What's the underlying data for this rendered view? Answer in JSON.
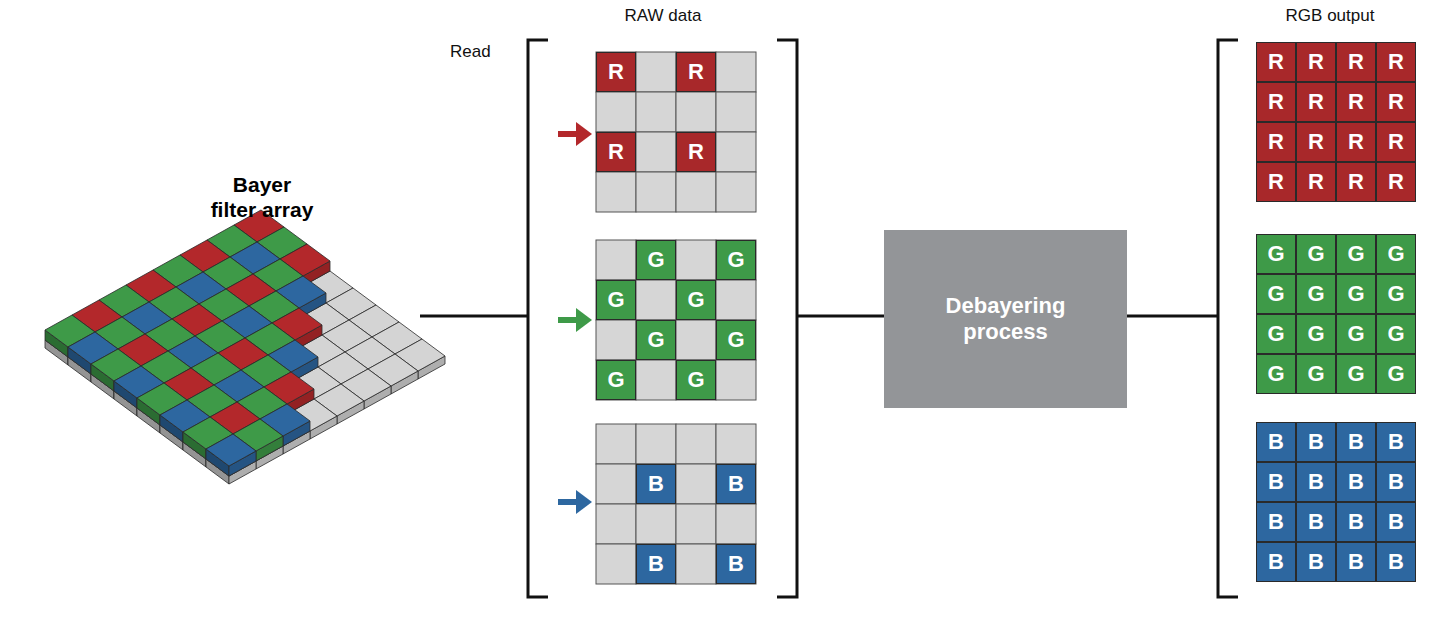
{
  "diagram": {
    "nodes": [
      {
        "text": [
          "Bayer filter array"
        ]
      },
      {
        "text": [
          "RAW data"
        ]
      },
      {
        "text": [
          "R"
        ],
        "in": 1
      },
      {
        "text": [
          "R"
        ],
        "in": 1
      },
      {
        "text": [
          "R"
        ],
        "in": 1
      },
      {
        "text": [
          "R"
        ],
        "in": 1
      },
      {
        "text": [
          "G"
        ],
        "in": 1
      },
      {
        "text": [
          "G"
        ],
        "in": 1
      },
      {
        "text": [
          "G"
        ],
        "in": 1
      },
      {
        "text": [
          "G"
        ],
        "in": 1
      },
      {
        "text": [
          "G"
        ],
        "in": 1
      },
      {
        "text": [
          "G"
        ],
        "in": 1
      },
      {
        "text": [
          "G"
        ],
        "in": 1
      },
      {
        "text": [
          "G"
        ],
        "in": 1
      },
      {
        "text": [
          "B"
        ],
        "in": 1
      },
      {
        "text": [
          "B"
        ],
        "in": 1
      },
      {
        "text": [
          "B"
        ],
        "in": 1
      },
      {
        "text": [
          "B"
        ],
        "in": 1
      },
      {
        "text": [
          "Debayering process"
        ]
      },
      {
        "text": [
          "RGB output"
        ]
      },
      {
        "text": [
          "R"
        ],
        "in": 19
      },
      {
        "text": [
          "R"
        ],
        "in": 19
      },
      {
        "text": [
          "R"
        ],
        "in": 19
      },
      {
        "text": [
          "R"
        ],
        "in": 19
      },
      {
        "text": [
          "R"
        ],
        "in": 19
      },
      {
        "text": [
          "R"
        ],
        "in": 19
      },
      {
        "text": [
          "R"
        ],
        "in": 19
      },
      {
        "text": [
          "R"
        ],
        "in": 19
      },
      {
        "text": [
          "R"
        ],
        "in": 19
      },
      {
        "text": [
          "R"
        ],
        "in": 19
      },
      {
        "text": [
          "R"
        ],
        "in": 19
      },
      {
        "text": [
          "R"
        ],
        "in": 19
      },
      {
        "text": [
          "R"
        ],
        "in": 19
      },
      {
        "text": [
          "R"
        ],
        "in": 19
      },
      {
        "text": [
          "R"
        ],
        "in": 19
      },
      {
        "text": [
          "R"
        ],
        "in": 19
      },
      {
        "text": [
          "G"
        ],
        "in": 19
      },
      {
        "text": [
          "G"
        ],
        "in": 19
      },
      {
        "text": [
          "G"
        ],
        "in": 19
      },
      {
        "text": [
          "G"
        ],
        "in": 19
      },
      {
        "text": [
          "G"
        ],
        "in": 19
      },
      {
        "text": [
          "G"
        ],
        "in": 19
      },
      {
        "text": [
          "G"
        ],
        "in": 19
      },
      {
        "text": [
          "G"
        ],
        "in": 19
      },
      {
        "text": [
          "G"
        ],
        "in": 19
      },
      {
        "text": [
          "G"
        ],
        "in": 19
      },
      {
        "text": [
          "G"
        ],
        "in": 19
      },
      {
        "text": [
          "G"
        ],
        "in": 19
      },
      {
        "text": [
          "G"
        ],
        "in": 19
      },
      {
        "text": [
          "G"
        ],
        "in": 19
      },
      {
        "text": [
          "G"
        ],
        "in": 19
      },
      {
        "text": [
          "G"
        ],
        "in": 19
      },
      {
        "text": [
          "B"
        ],
        "in": 19
      },
      {
        "text": [
          "B"
        ],
        "in": 19
      },
      {
        "text": [
          "B"
        ],
        "in": 19
      },
      {
        "text": [
          "B"
        ],
        "in": 19
      },
      {
        "text": [
          "B"
        ],
        "in": 19
      },
      {
        "text": [
          "B"
        ],
        "in": 19
      },
      {
        "text": [
          "B"
        ],
        "in": 19
      },
      {
        "text": [
          "B"
        ],
        "in": 19
      },
      {
        "text": [
          "B"
        ],
        "in": 19
      },
      {
        "text": [
          "B"
        ],
        "in": 19
      },
      {
        "text": [
          "B"
        ],
        "in": 19
      },
      {
        "text": [
          "B"
        ],
        "in": 19
      },
      {
        "text": [
          "B"
        ],
        "in": 19
      },
      {
        "text": [
          "B"
        ],
        "in": 19
      },
      {
        "text": [
          "B"
        ],
        "in": 19
      },
      {
        "text": [
          "B"
        ],
        "in": 19
      }
    ],
    "edges": [
      {
        "from": 0,
        "to": 1,
        "arrow": "none"
      },
      {
        "from": 1,
        "to": 18,
        "arrow": "none"
      },
      {
        "from": 18,
        "to": 19,
        "arrow": "none"
      }
    ],
    "labels": [
      "Read"
    ]
  }
}
